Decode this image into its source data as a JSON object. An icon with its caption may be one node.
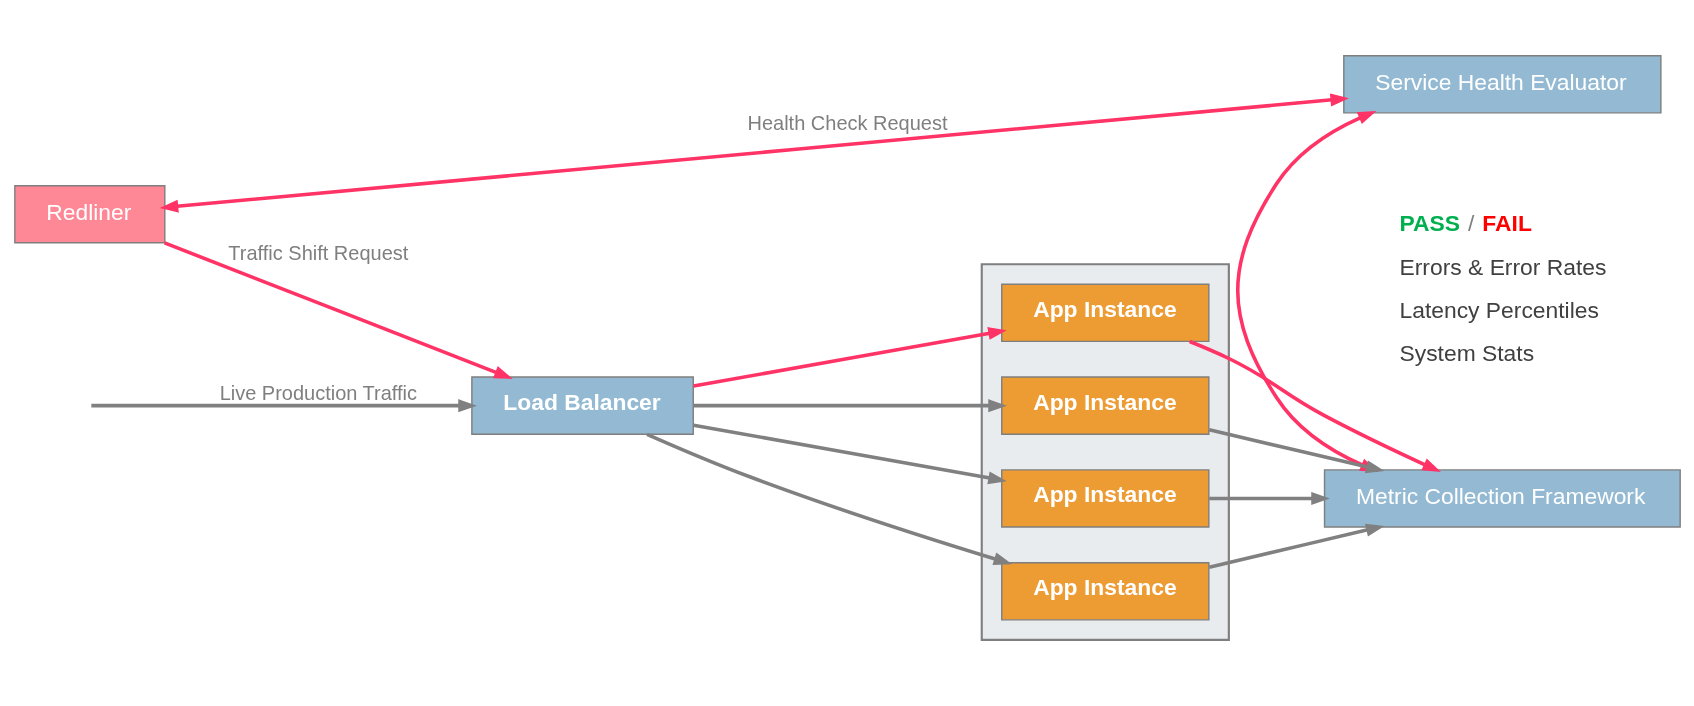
{
  "diagram": {
    "nodes": [
      {
        "text": [
          "Redliner"
        ]
      },
      {
        "text": [
          "Service Health Evaluator"
        ]
      },
      {
        "text": [
          "Load Balancer"
        ]
      },
      {
        "text": [],
        "shape": "box"
      },
      {
        "text": [
          "App Instance"
        ],
        "in": 3
      },
      {
        "text": [
          "App Instance"
        ],
        "in": 3
      },
      {
        "text": [
          "App Instance"
        ],
        "in": 3
      },
      {
        "text": [
          "App Instance"
        ],
        "in": 3
      },
      {
        "text": [
          "Metric Collection Framework"
        ]
      }
    ],
    "edges": [
      {
        "from": 0,
        "to": 2,
        "arrow": "to",
        "label": "Traffic Shift Request",
        "color": "#ff3366"
      },
      {
        "from": 0,
        "to": 1,
        "arrow": "both",
        "label": "Health Check Request",
        "color": "#ff3366"
      },
      {
        "from": 1,
        "to": 8,
        "arrow": "both",
        "color": "#ff3366"
      },
      {
        "from": null,
        "to": 2,
        "arrow": "to",
        "label": "Live Production Traffic"
      },
      {
        "from": 2,
        "to": 4,
        "arrow": "to",
        "color": "#ff3366"
      },
      {
        "from": 2,
        "to": 5,
        "arrow": "to"
      },
      {
        "from": 2,
        "to": 6,
        "arrow": "to"
      },
      {
        "from": 2,
        "to": 7,
        "arrow": "to"
      },
      {
        "from": 4,
        "to": 8,
        "arrow": "to",
        "color": "#ff3366"
      },
      {
        "from": 5,
        "to": 8,
        "arrow": "to"
      },
      {
        "from": 6,
        "to": 8,
        "arrow": "to"
      },
      {
        "from": 7,
        "to": 8,
        "arrow": "to"
      }
    ],
    "labels": [
      "PASS",
      "/",
      "FAIL",
      "Errors & Error Rates",
      "Latency Percentiles",
      "System Stats"
    ]
  }
}
